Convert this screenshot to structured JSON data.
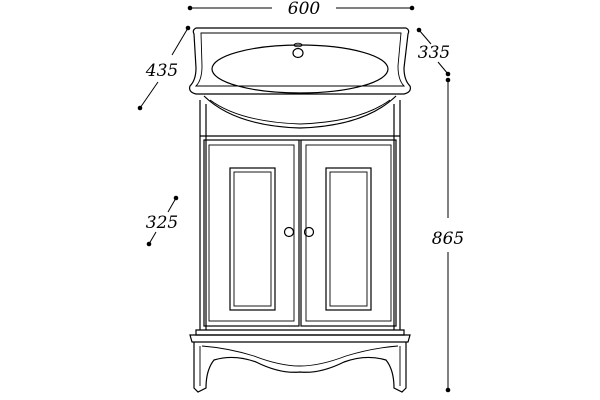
{
  "dimensions": {
    "width": "600",
    "depth_top": "435",
    "depth_side": "335",
    "depth_cabinet": "325",
    "height": "865"
  },
  "colors": {
    "line": "#000000",
    "background": "#ffffff"
  }
}
